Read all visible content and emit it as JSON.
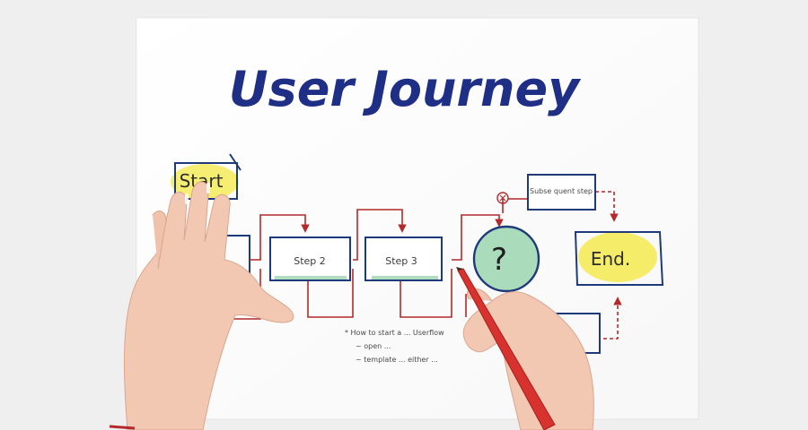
{
  "title": "User Journey",
  "nodes": {
    "start": "Start",
    "step2": "Step 2",
    "step3": "Step 3",
    "decision": "?",
    "subsequent_step": "Subse quent step",
    "end": "End."
  },
  "notes": {
    "line1": "* How to start a ... Userflow",
    "line2": "~ open ...",
    "line3": "~ template ... either ..."
  },
  "colors": {
    "paper": "#ffffff",
    "background": "#efefef",
    "title_ink": "#1f2f86",
    "box_outline": "#1f3a7a",
    "arrow_red": "#b22a2a",
    "highlight_yellow": "#f4ea5a",
    "highlight_green": "#9bd6b0",
    "pencil_red": "#d8322f",
    "skin": "#f3c8b3"
  }
}
